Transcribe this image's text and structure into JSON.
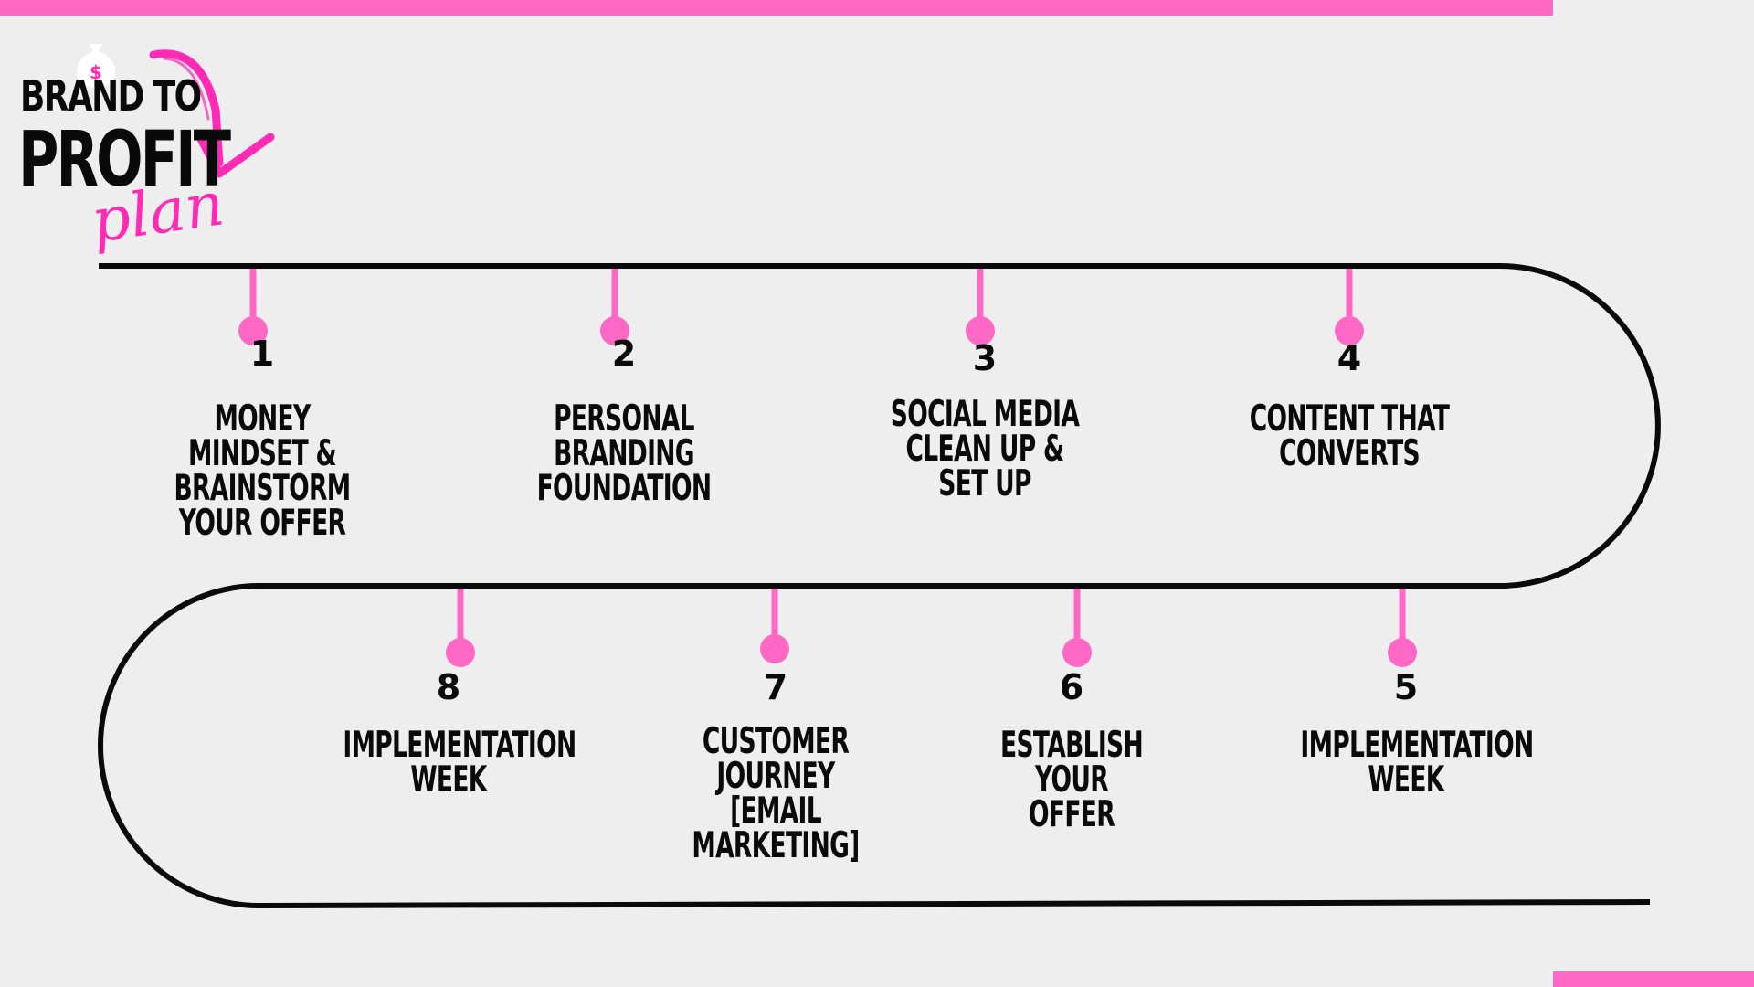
{
  "colors": {
    "accent": "#ff69c5",
    "line": "#0a0a0a",
    "background": "#efeeee",
    "script": "#ff2ab5"
  },
  "logo": {
    "line1": "BRAND TO",
    "line2": "PROFIT",
    "script": "plan",
    "bag_symbol": "$",
    "icons": [
      "money-bag-icon",
      "curved-arrow-icon"
    ]
  },
  "steps": [
    {
      "number": "1",
      "label": "MONEY MINDSET &\nBRAINSTORM\nYOUR OFFER"
    },
    {
      "number": "2",
      "label": "PERSONAL\nBRANDING\nFOUNDATION"
    },
    {
      "number": "3",
      "label": "SOCIAL MEDIA\nCLEAN UP &\nSET UP"
    },
    {
      "number": "4",
      "label": "CONTENT THAT\nCONVERTS"
    },
    {
      "number": "5",
      "label": "IMPLEMENTATION\nWEEK"
    },
    {
      "number": "6",
      "label": "ESTABLISH YOUR\nOFFER"
    },
    {
      "number": "7",
      "label": "CUSTOMER\nJOURNEY [EMAIL\nMARKETING]"
    },
    {
      "number": "8",
      "label": "IMPLEMENTATION\nWEEK"
    }
  ]
}
